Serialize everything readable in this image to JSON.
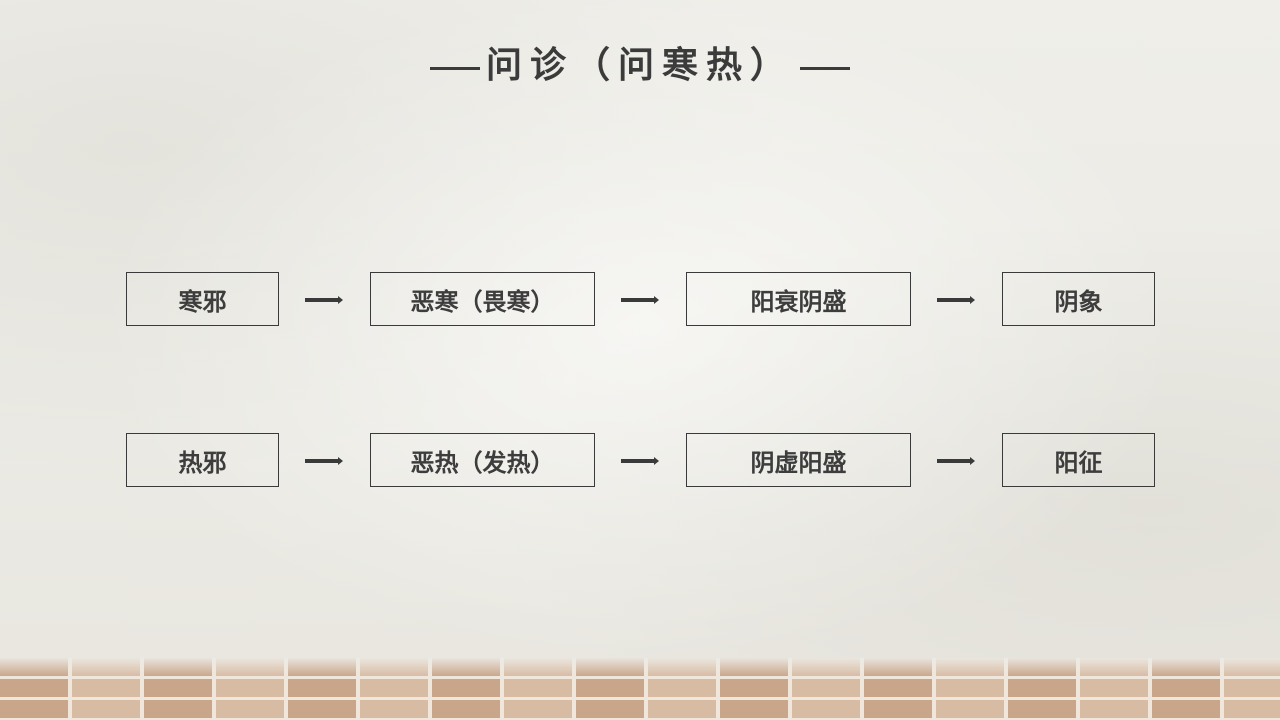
{
  "title": {
    "left_dash": "—",
    "text": "问诊（问寒热）",
    "right_dash": "—"
  },
  "rows": [
    {
      "name": "cold",
      "items": [
        "寒邪",
        "恶寒（畏寒）",
        "阳衰阴盛",
        "阴象"
      ]
    },
    {
      "name": "heat",
      "items": [
        "热邪",
        "恶热（发热）",
        "阴虚阳盛",
        "阳征"
      ]
    }
  ],
  "colors": {
    "text": "#3d3d3d",
    "border": "#3a3a3a",
    "background": "#ecebe5",
    "brick": "#c9a58a"
  }
}
